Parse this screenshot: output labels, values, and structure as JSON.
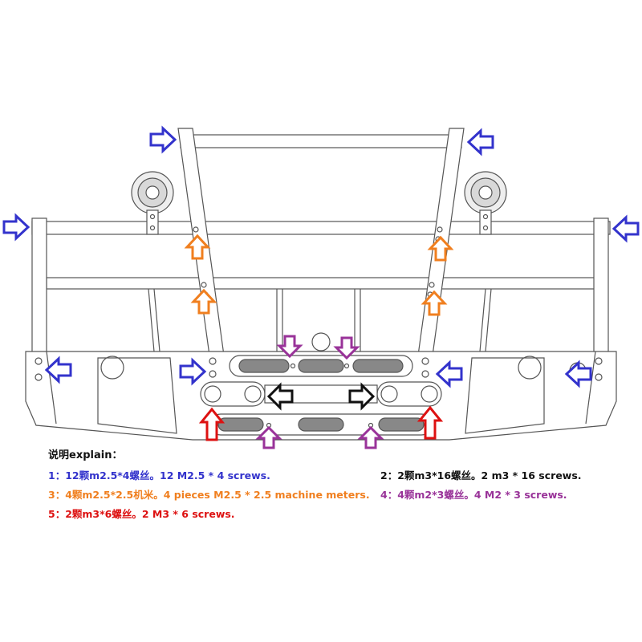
{
  "legend": {
    "title": "说明explain：",
    "notes": [
      {
        "id": "1",
        "text": "1：12颗m2.5*4螺丝。12 M2.5 * 4 screws.",
        "color": "#3333cc"
      },
      {
        "id": "2",
        "text": "2：2颗m3*16螺丝。2 m3 * 16 screws.",
        "color": "#111111"
      },
      {
        "id": "3",
        "text": "3：4颗m2.5*2.5机米。4 pieces M2.5 * 2.5 machine meters.",
        "color": "#f07f1f"
      },
      {
        "id": "4",
        "text": "4：4颗m2*3螺丝。4 M2 * 3 screws.",
        "color": "#993399"
      },
      {
        "id": "5",
        "text": "5：2颗m3*6螺丝。2 M3 * 6 screws.",
        "color": "#dd1111"
      }
    ]
  },
  "arrow_colors": {
    "blue": "#3333cc",
    "orange": "#f07f1f",
    "purple": "#993399",
    "black": "#111111",
    "red": "#dd1111"
  }
}
